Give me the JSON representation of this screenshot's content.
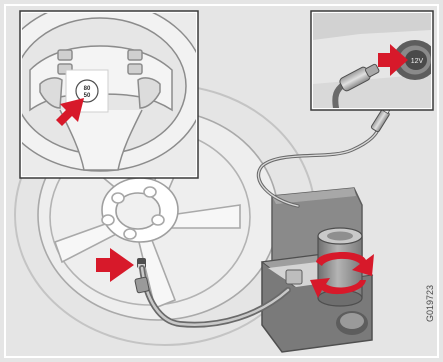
{
  "illustration": {
    "code": "G019723",
    "speed_sign_values": [
      "80",
      "50"
    ],
    "socket_label": "12V"
  },
  "colors": {
    "background": "#e5e5e5",
    "frame_border": "#ffffff",
    "line_art": "#8c8c8c",
    "arrow_red": "#d7192a",
    "light_fill": "#f2f2f2",
    "mid_fill": "#cfcfcf",
    "dark_fill": "#8a8a8a",
    "darkest_fill": "#5d5d5d"
  },
  "icons": [
    "red-arrow-icon",
    "rotation-arrow-icon",
    "steering-wheel-icon",
    "tyre-rim-icon",
    "compressor-icon",
    "power-plug-icon"
  ]
}
